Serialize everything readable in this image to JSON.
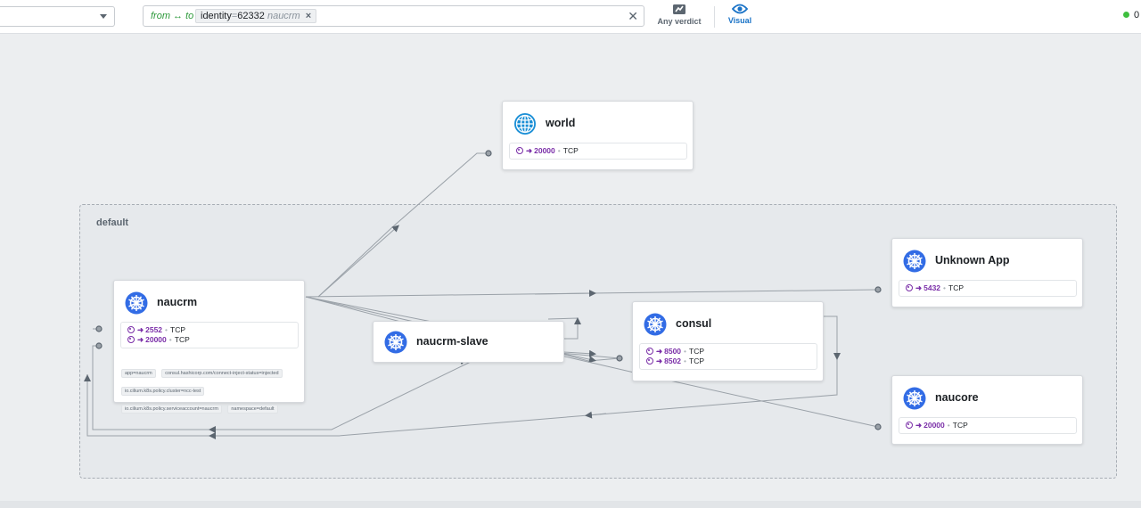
{
  "toolbar": {
    "filter_direction": "from ↔ to",
    "filter_key": "identity",
    "filter_op": "=",
    "filter_value": "62332",
    "filter_sub": "naucrm",
    "verdict_label": "Any verdict",
    "visual_label": "Visual",
    "status_count": "0"
  },
  "namespace": {
    "label": "default"
  },
  "services": {
    "world": {
      "name": "world",
      "ports": [
        {
          "port": "20000",
          "protocol": "TCP"
        }
      ]
    },
    "naucrm": {
      "name": "naucrm",
      "ports": [
        {
          "port": "2552",
          "protocol": "TCP"
        },
        {
          "port": "20000",
          "protocol": "TCP"
        }
      ],
      "labels": [
        "app=naucrm",
        "consul.hashicorp.com/connect-inject-status=injected",
        "io.cilium.k8s.policy.cluster=ncc-test",
        "io.cilium.k8s.policy.serviceaccount=naucrm",
        "namespace=default"
      ]
    },
    "naucrm_slave": {
      "name": "naucrm-slave"
    },
    "consul": {
      "name": "consul",
      "ports": [
        {
          "port": "8500",
          "protocol": "TCP"
        },
        {
          "port": "8502",
          "protocol": "TCP"
        }
      ]
    },
    "unknown_app": {
      "name": "Unknown App",
      "ports": [
        {
          "port": "5432",
          "protocol": "TCP"
        }
      ]
    },
    "naucore": {
      "name": "naucore",
      "ports": [
        {
          "port": "20000",
          "protocol": "TCP"
        }
      ]
    }
  },
  "colors": {
    "accent": "#1a73c7",
    "k8s_blue": "#326ce5",
    "port_purple": "#7a2ea8",
    "status_green": "#3fbf3f"
  }
}
